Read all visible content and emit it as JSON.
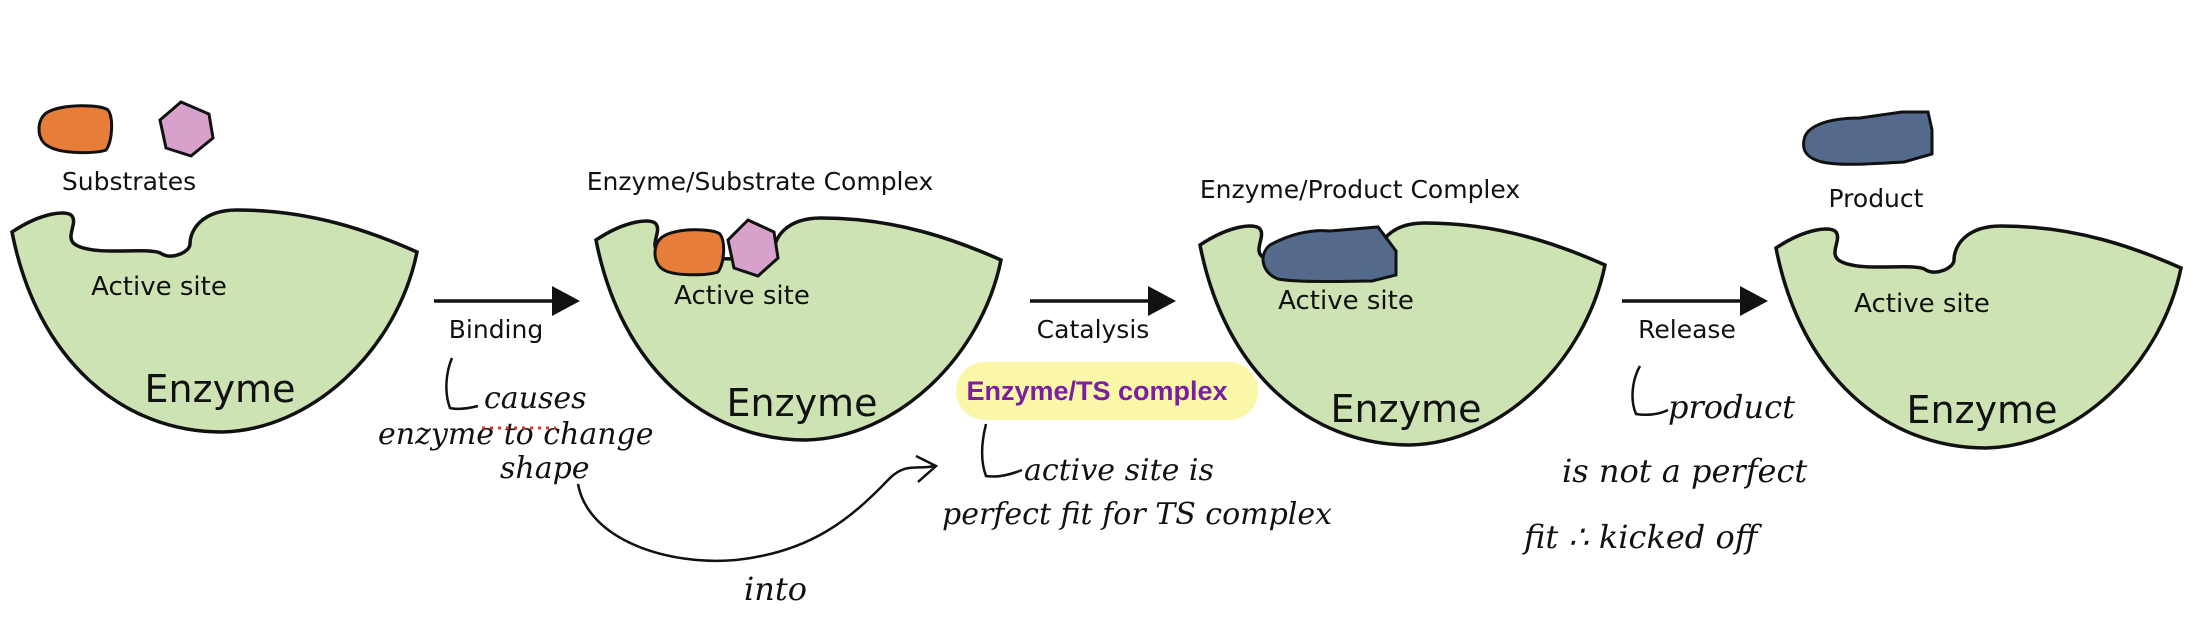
{
  "colors": {
    "enzyme_fill": "#cde3b3",
    "outline": "#111111",
    "substrate_orange": "#e67e3a",
    "substrate_pink": "#d6a2cc",
    "product_blue": "#546a8c",
    "ts_highlight": "#fbf7a8",
    "ts_text": "#7a1fa0",
    "dotted_red": "#d9342b"
  },
  "icons": [
    "orange-substrate-shape",
    "pink-hexagon-substrate-shape",
    "blue-product-shape",
    "right-arrow-icon"
  ],
  "panels": {
    "substrates": {
      "title": "Substrates",
      "site_label": "Active site",
      "enzyme_label": "Enzyme"
    },
    "enzyme_substrate": {
      "title": "Enzyme/Substrate Complex",
      "site_label": "Active site",
      "enzyme_label": "Enzyme"
    },
    "enzyme_product": {
      "title": "Enzyme/Product Complex",
      "site_label": "Active site",
      "enzyme_label": "Enzyme"
    },
    "product": {
      "title": "Product",
      "site_label": "Active site",
      "enzyme_label": "Enzyme"
    }
  },
  "arrows": {
    "binding": "Binding",
    "catalysis": "Catalysis",
    "release": "Release"
  },
  "ts_label": "Enzyme/TS complex",
  "notes": {
    "binding_line1": "causes",
    "binding_line2": "enzyme to change",
    "binding_line3": "shape",
    "into": "into",
    "ts_line1": "active site is",
    "ts_line2": "perfect fit for TS complex",
    "release_line1": "product",
    "release_line2": "is not a perfect",
    "release_line3": "fit ∴ kicked off"
  }
}
